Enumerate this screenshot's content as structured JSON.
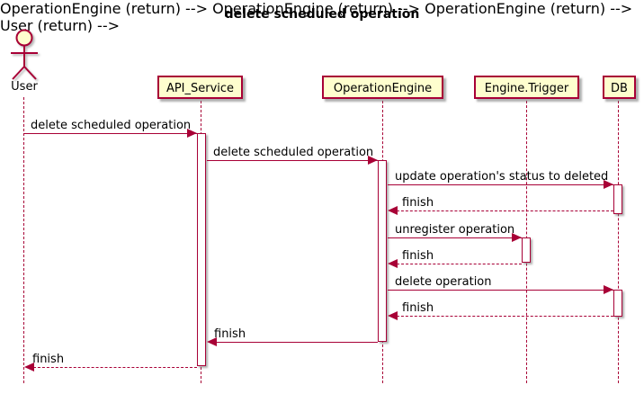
{
  "title": "delete scheduled operation",
  "colors": {
    "accent": "#A80036",
    "participant_fill": "#FEFECE",
    "activation_fill": "#FFFFFF",
    "text": "#000000",
    "background": "#FFFFFF"
  },
  "actor": {
    "label": "User",
    "icon": "stick-figure-actor-icon"
  },
  "participants": [
    {
      "label": "API_Service"
    },
    {
      "label": "OperationEngine"
    },
    {
      "label": "Engine.Trigger"
    },
    {
      "label": "DB"
    }
  ],
  "messages": [
    {
      "label": "delete scheduled operation",
      "from": "User",
      "to": "API_Service",
      "line": "solid",
      "direction": "right"
    },
    {
      "label": "delete scheduled operation",
      "from": "API_Service",
      "to": "OperationEngine",
      "line": "solid",
      "direction": "right"
    },
    {
      "label": "update operation's status to deleted",
      "from": "OperationEngine",
      "to": "DB",
      "line": "solid",
      "direction": "right"
    },
    {
      "label": "finish",
      "from": "DB",
      "to": "OperationEngine",
      "line": "dashed",
      "direction": "left"
    },
    {
      "label": "unregister operation",
      "from": "OperationEngine",
      "to": "Engine.Trigger",
      "line": "solid",
      "direction": "right"
    },
    {
      "label": "finish",
      "from": "Engine.Trigger",
      "to": "OperationEngine",
      "line": "dashed",
      "direction": "left"
    },
    {
      "label": "delete operation",
      "from": "OperationEngine",
      "to": "DB",
      "line": "solid",
      "direction": "right"
    },
    {
      "label": "finish",
      "from": "DB",
      "to": "OperationEngine",
      "line": "dashed",
      "direction": "left"
    },
    {
      "label": "finish",
      "from": "OperationEngine",
      "to": "API_Service",
      "line": "solid",
      "direction": "left"
    },
    {
      "label": "finish",
      "from": "API_Service",
      "to": "User",
      "line": "dashed",
      "direction": "left"
    }
  ]
}
